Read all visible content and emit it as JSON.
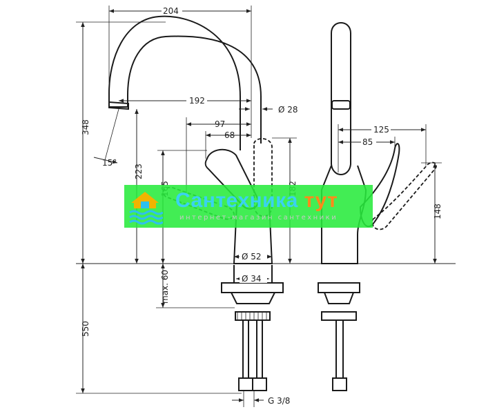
{
  "dimensions": {
    "spout_reach": "204",
    "aerator_offset": "192",
    "lever_reach_97": "97",
    "lever_reach_68": "68",
    "spout_diameter": "Ø 28",
    "total_height": "348",
    "aerator_angle": "15°",
    "aerator_height": "223",
    "lever_height_165": "165",
    "lever_height_182": "182",
    "base_diameter": "Ø 52",
    "shank_diameter": "Ø 34",
    "max_deck": "max. 60",
    "hose_length": "550",
    "connection": "G 3/8",
    "side_lever_reach_125": "125",
    "side_lever_reach_85": "85",
    "side_lever_height": "148"
  },
  "watermark": {
    "title_main": "Сантехника",
    "title_accent": "тут",
    "subtitle": "интернет-магазин сантехники",
    "colors": {
      "banner": "#28eb3c",
      "title": "#3ad2f0",
      "accent": "#ff8a1a"
    }
  }
}
